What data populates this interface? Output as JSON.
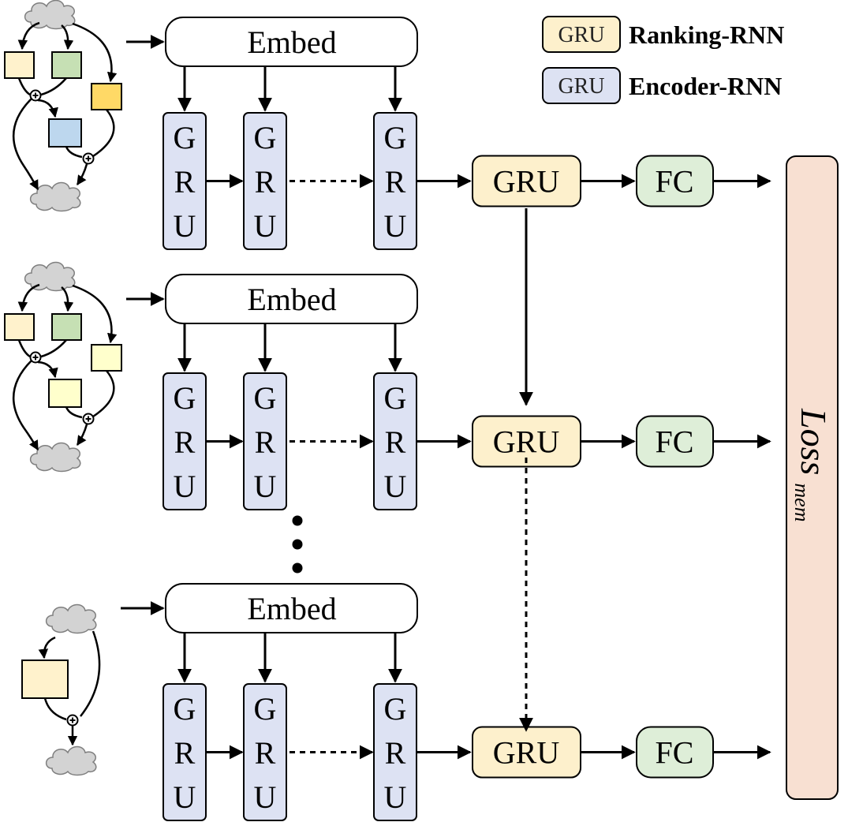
{
  "legend": {
    "ranking": {
      "box_label": "GRU",
      "label": "Ranking-RNN"
    },
    "encoder": {
      "box_label": "GRU",
      "label": "Encoder-RNN"
    }
  },
  "colors": {
    "ranking_fill": "#fdf0cc",
    "encoder_fill": "#dde2f3",
    "fc_fill": "#deeed8",
    "loss_fill": "#f8e0d2",
    "cell_cream": "#fff2cc",
    "cell_green": "#c6e0b4",
    "cell_yellow": "#ffd966",
    "cell_blue": "#bdd7ee",
    "cell_lightyellow": "#ffffcc",
    "cloud": "#d3d3d3"
  },
  "rows": [
    {
      "embed_label": "Embed",
      "encoder_cells": [
        "GRU",
        "GRU",
        "GRU"
      ],
      "ranking_label": "GRU",
      "fc_label": "FC"
    },
    {
      "embed_label": "Embed",
      "encoder_cells": [
        "GRU",
        "GRU",
        "GRU"
      ],
      "ranking_label": "GRU",
      "fc_label": "FC"
    },
    {
      "embed_label": "Embed",
      "encoder_cells": [
        "GRU",
        "GRU",
        "GRU"
      ],
      "ranking_label": "GRU",
      "fc_label": "FC"
    }
  ],
  "gru_letters": [
    "G",
    "R",
    "U"
  ],
  "loss": {
    "label": "Loss",
    "subscript": "mem"
  }
}
